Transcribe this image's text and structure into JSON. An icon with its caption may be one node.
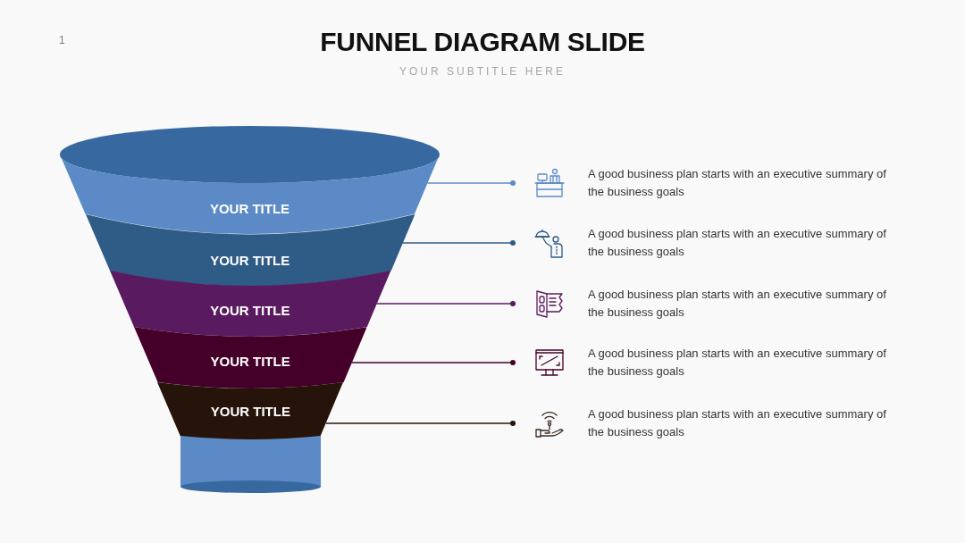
{
  "diagram": {
    "title": "FUNNEL DIAGRAM SLIDE",
    "nodes": [
      {
        "text": [],
        "shape": "ellipse"
      },
      {
        "text": [
          "YOUR TITLE"
        ]
      },
      {
        "text": [
          "YOUR TITLE"
        ]
      },
      {
        "text": [
          "YOUR TITLE"
        ]
      },
      {
        "text": [
          "YOUR TITLE"
        ]
      },
      {
        "text": [
          "YOUR TITLE"
        ]
      },
      {
        "text": [],
        "shape": "cylinder"
      },
      {
        "text": [
          "A good business plan starts with an executive summary of the business goals"
        ]
      },
      {
        "text": [
          "A good business plan starts with an executive summary of the business goals"
        ]
      },
      {
        "text": [
          "A good business plan starts with an executive summary of the business goals"
        ]
      },
      {
        "text": [
          "A good business plan starts with an executive summary of the business goals"
        ]
      },
      {
        "text": [
          "A good business plan starts with an executive summary of the business goals"
        ]
      }
    ],
    "edges": [
      {
        "from": 1,
        "to": 7,
        "arrow": "other",
        "color": "#5b8ac6"
      },
      {
        "from": 2,
        "to": 8,
        "arrow": "other",
        "color": "#2f5b87"
      },
      {
        "from": 3,
        "to": 9,
        "arrow": "other",
        "color": "#5a1a5f"
      },
      {
        "from": 4,
        "to": 10,
        "arrow": "other",
        "color": "#45002a"
      },
      {
        "from": 5,
        "to": 11,
        "arrow": "other",
        "color": "#26140a"
      }
    ],
    "labels": [
      "1",
      "YOUR SUBTITLE HERE"
    ]
  }
}
